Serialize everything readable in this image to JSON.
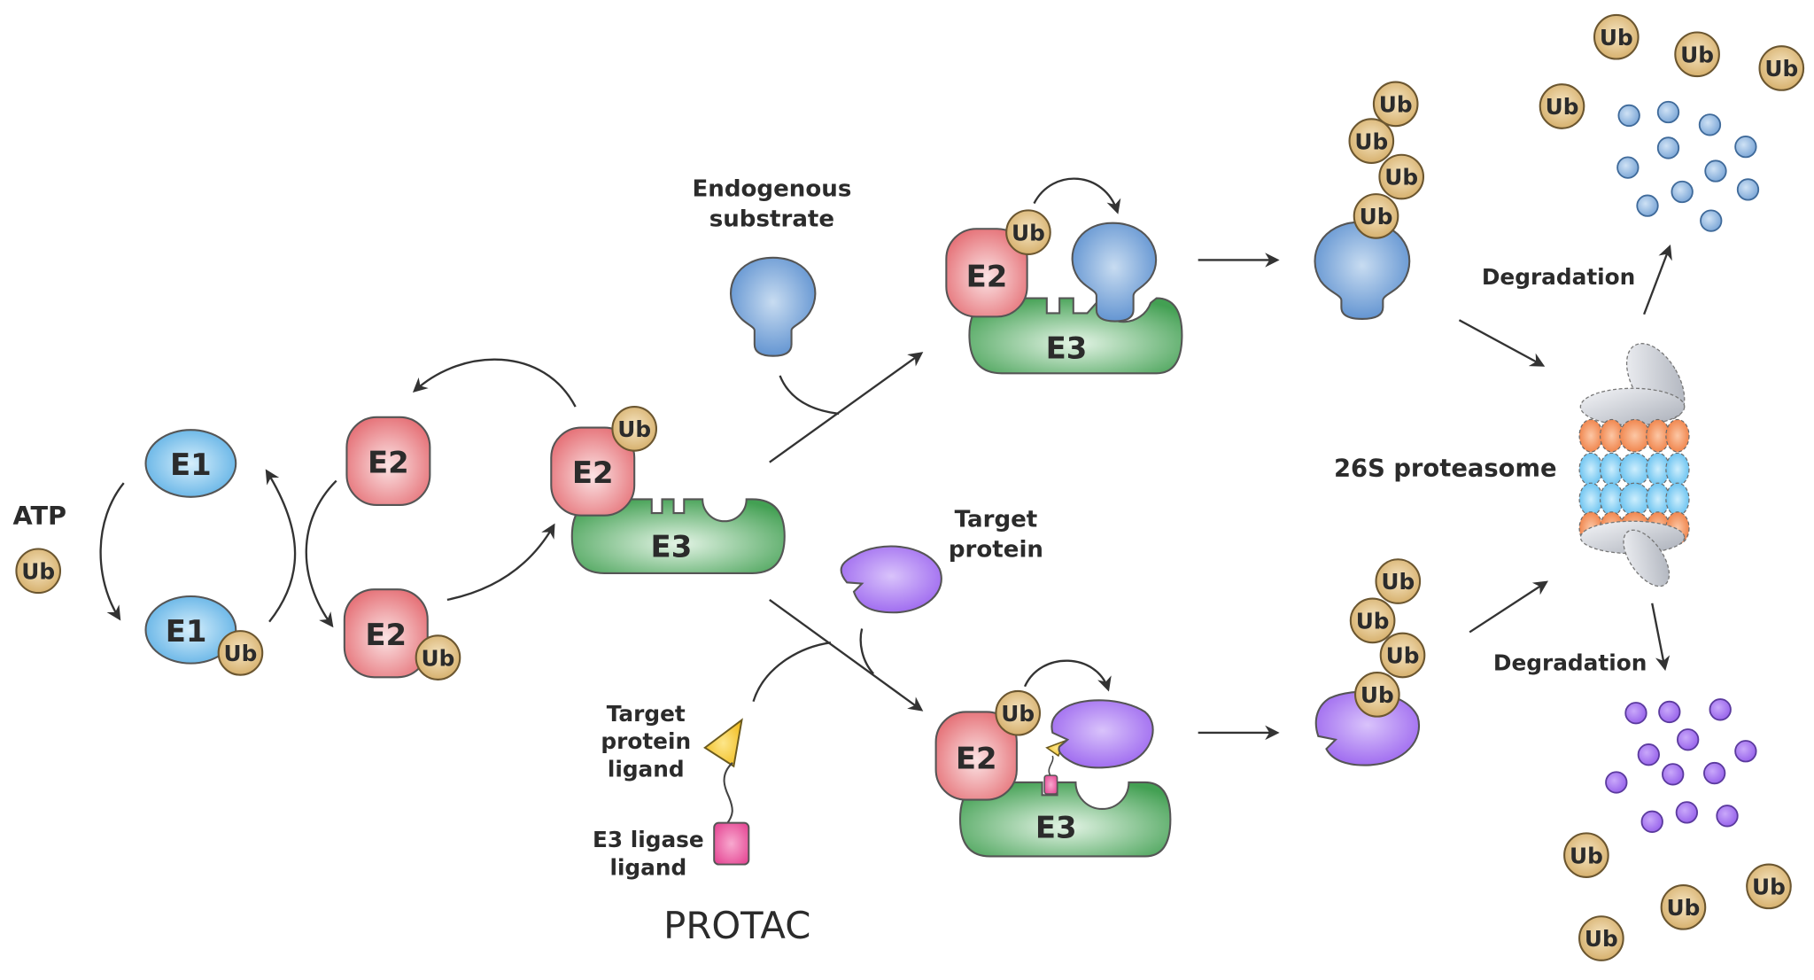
{
  "diagram": {
    "title": "Ubiquitin-proteasome system and PROTAC-mediated degradation",
    "colors": {
      "e1": "#6ab4e6",
      "e2": "#e77b80",
      "e3": "#4ea55e",
      "ub": "#dcb97a",
      "substrate": "#6f9fd6",
      "target": "#a97af2",
      "ligand_triangle": "#f3c22f",
      "ligand_box": "#e9559d",
      "proteasome_orange": "#f0824a",
      "proteasome_blue": "#6fc4f0",
      "proteasome_cap": "#c8ccd4"
    },
    "labels": {
      "atp": "ATP",
      "ub": "Ub",
      "e1": "E1",
      "e2": "E2",
      "e3": "E3",
      "endogenous_substrate_line1": "Endogenous",
      "endogenous_substrate_line2": "substrate",
      "target_protein_line1": "Target",
      "target_protein_line2": "protein",
      "target_protein_ligand_line1": "Target",
      "target_protein_ligand_line2": "protein",
      "target_protein_ligand_line3": "ligand",
      "e3_ligase_ligand_line1": "E3 ligase",
      "e3_ligase_ligand_line2": "ligand",
      "protac": "PROTAC",
      "proteasome": "26S proteasome",
      "degradation_top": "Degradation",
      "degradation_bottom": "Degradation"
    }
  }
}
